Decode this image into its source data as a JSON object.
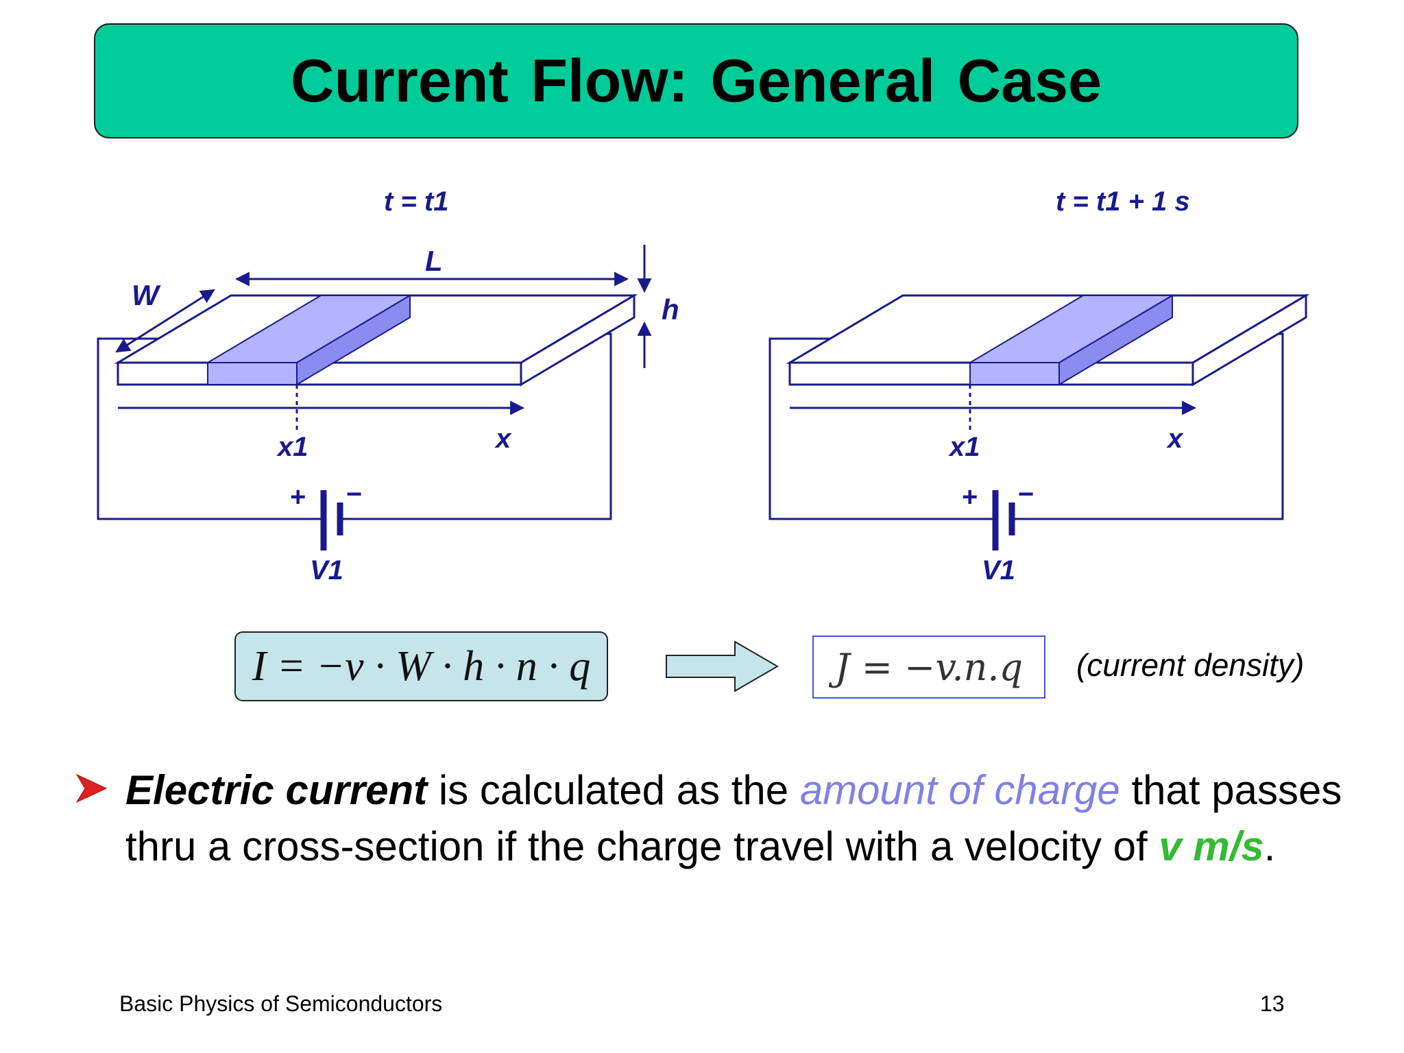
{
  "slide": {
    "title": "Current Flow:  General Case",
    "footer_left": "Basic Physics of Semiconductors",
    "page_number": "13"
  },
  "diagram_left": {
    "time_label": "t = t1",
    "length_label": "L",
    "width_label": "W",
    "height_label": "h",
    "position_label": "x1",
    "axis_label": "x",
    "battery_label": "V1",
    "battery_plus": "+",
    "battery_minus": "−"
  },
  "diagram_right": {
    "time_label": "t = t1 + 1 s",
    "position_label": "x1",
    "axis_label": "x",
    "battery_label": "V1",
    "battery_plus": "+",
    "battery_minus": "−"
  },
  "equations": {
    "current": "I = −v · W · h · n · q",
    "current_density": "J = −v.n.q",
    "current_density_note": "(current density)"
  },
  "bullet": {
    "term": "Electric current",
    "text_1": " is calculated as the ",
    "highlight": "amount of charge",
    "text_2": " that passes thru a cross-section if the charge travel with a velocity of ",
    "velocity": "v m/s",
    "text_3": "."
  },
  "colors": {
    "title_bg": "#00cc99",
    "diagram_ink": "#1a1a8c",
    "charge_fill": "#b3b3ff",
    "equation_bg": "#c5e5ea",
    "bullet_arrow": "#e02020",
    "highlight_purple": "#8080e6",
    "highlight_green": "#33bb33"
  }
}
